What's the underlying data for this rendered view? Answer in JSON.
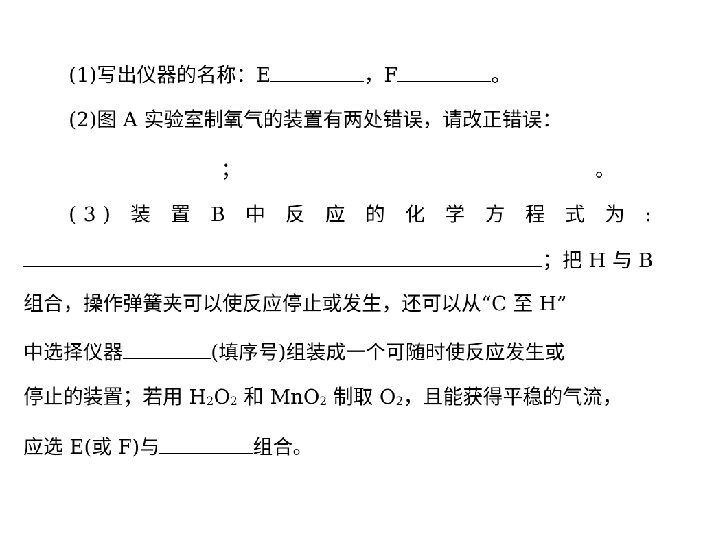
{
  "q1": {
    "prefix": "(1)写出仪器的名称：E",
    "mid": "，F",
    "end": "。"
  },
  "q2": {
    "text": "(2)图 A 实验室制氧气的装置有两处错误，请改正错误：",
    "sep": "；",
    "end": "。"
  },
  "q3": {
    "head": "(3) 装 置 B  中 反 应 的 化 学 方 程 式 为 :",
    "after_blank": "；把 H 与 B",
    "line6": "组合，操作弹簧夹可以使反应停止或发生，还可以从“C 至 H”",
    "line7_pre": "中选择仪器",
    "line7_post": "(填序号)组装成一个可随时使反应发生或",
    "line8": {
      "a": "停止的装置；若用 H",
      "sub1": "2",
      "b": "O",
      "sub2": "2",
      "c": " 和 MnO",
      "sub3": "2",
      "d": " 制取 O",
      "sub4": "2",
      "e": "，且能获得平稳的气流，"
    },
    "line9_pre": "应选 E(或 F)与",
    "line9_post": "组合。"
  }
}
